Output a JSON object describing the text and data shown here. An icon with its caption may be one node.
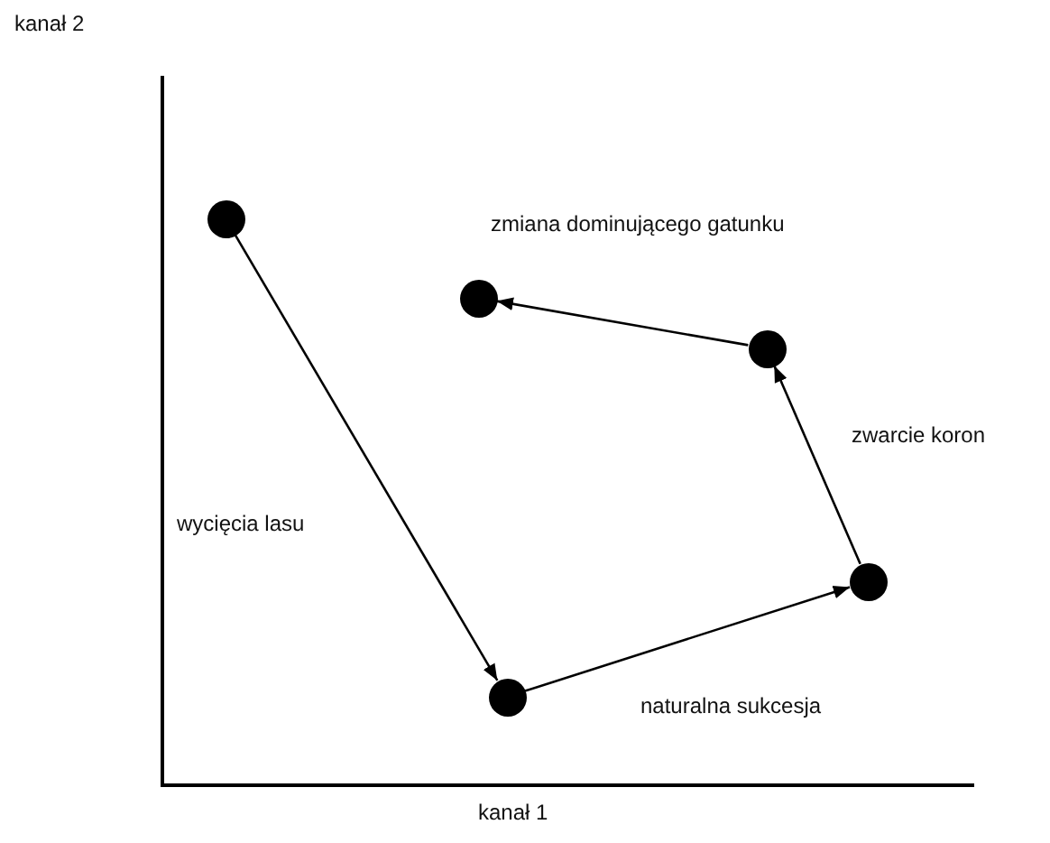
{
  "diagram": {
    "nodes": [
      {
        "text": [],
        "shape": "circle"
      },
      {
        "text": [],
        "shape": "circle"
      },
      {
        "text": [],
        "shape": "circle"
      },
      {
        "text": [],
        "shape": "circle"
      },
      {
        "text": [],
        "shape": "circle"
      }
    ],
    "edges": [
      {
        "from": 0,
        "to": 1,
        "arrow": "to",
        "label": "wycięcia lasu"
      },
      {
        "from": 1,
        "to": 2,
        "arrow": "to",
        "label": "naturalna sukcesja"
      },
      {
        "from": 2,
        "to": 3,
        "arrow": "to",
        "label": "zwarcie koron"
      },
      {
        "from": 3,
        "to": 4,
        "arrow": "to",
        "label": "zmiana dominującego gatunku"
      }
    ],
    "labels": [
      "kanał 2",
      "kanał 1"
    ]
  }
}
